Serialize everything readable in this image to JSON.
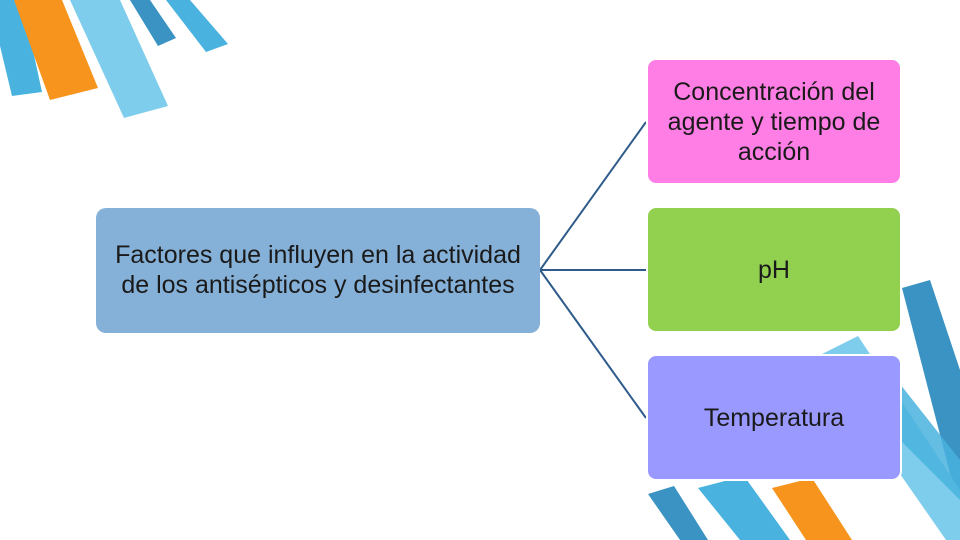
{
  "colors": {
    "root_fill": "#85b1d8",
    "connector": "#2e5b8a",
    "decor_orange": "#f7941d",
    "decor_light_blue": "#7ecdec",
    "decor_mid_blue": "#49b2de",
    "decor_dark_blue": "#3a93c2"
  },
  "diagram": {
    "root": {
      "label": "Factores que influyen en la actividad de los antisépticos y desinfectantes"
    },
    "children": [
      {
        "label": "Concentración del agente y tiempo de acción",
        "color": "#ff7ee5"
      },
      {
        "label": "pH",
        "color": "#92d050"
      },
      {
        "label": "Temperatura",
        "color": "#9999ff"
      }
    ]
  }
}
